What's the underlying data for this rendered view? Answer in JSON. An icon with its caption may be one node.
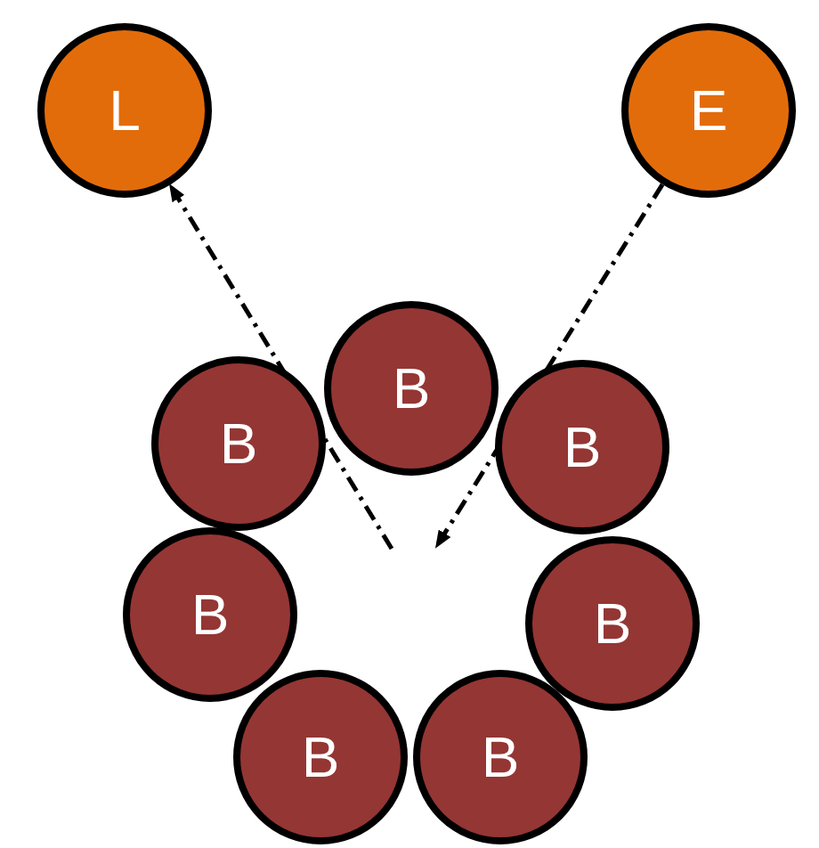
{
  "diagram": {
    "nodes": [
      {
        "text": [
          "L"
        ]
      },
      {
        "text": [
          "E"
        ]
      },
      {
        "text": [
          "B"
        ]
      },
      {
        "text": [
          "B"
        ]
      },
      {
        "text": [
          "B"
        ]
      },
      {
        "text": [
          "B"
        ]
      },
      {
        "text": [
          "B"
        ]
      },
      {
        "text": [
          "B"
        ]
      },
      {
        "text": [
          "B"
        ]
      }
    ],
    "edges": [
      {
        "from": null,
        "to": 0,
        "arrow": "to",
        "style": "dashed"
      },
      {
        "from": 1,
        "to": null,
        "arrow": "to",
        "style": "dashed"
      }
    ]
  }
}
